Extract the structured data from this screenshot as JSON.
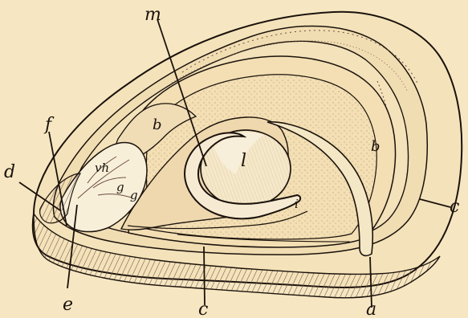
{
  "figure": {
    "labels": {
      "m": "m",
      "f": "f",
      "d": "d",
      "b_left": "b",
      "b_right": "b",
      "vh": "vh",
      "g_upper": "g",
      "g_lower": "g",
      "l": "l",
      "i": "i",
      "c_right": "c",
      "c_bottom": "c",
      "e": "e",
      "a": "a"
    }
  }
}
